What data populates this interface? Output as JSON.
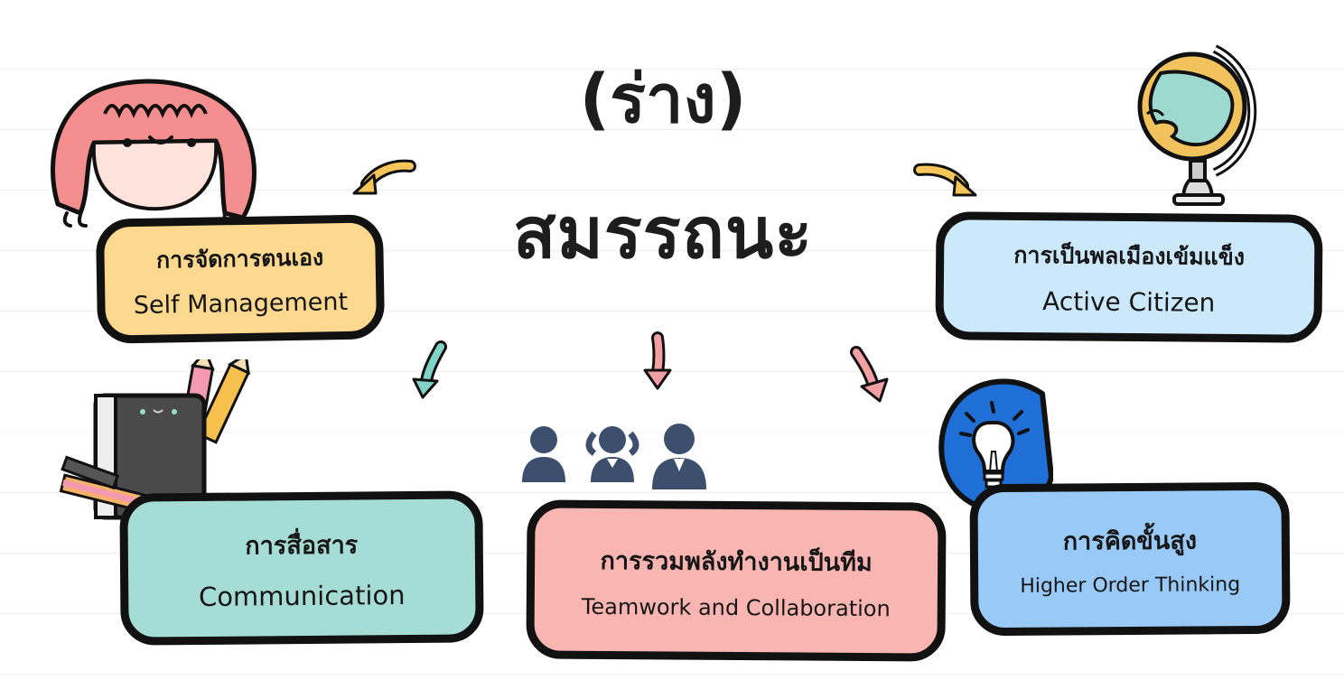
{
  "header": {
    "draft_label": "(ร่าง)",
    "main_title": "สมรรถนะ"
  },
  "competencies": [
    {
      "th": "การจัดการตนเอง",
      "en": "Self Management",
      "color": "#fdd88f"
    },
    {
      "th": "การเป็นพลเมืองเข้มแข็ง",
      "en": "Active Citizen",
      "color": "#cce9fc"
    },
    {
      "th": "การสื่อสาร",
      "en": "Communication",
      "color": "#a5ddd6"
    },
    {
      "th": "การรวมพลังทำงานเป็นทีม",
      "en": "Teamwork and Collaboration",
      "color": "#f8b5b2"
    },
    {
      "th": "การคิดขั้นสูง",
      "en": "Higher Order Thinking",
      "color": "#99c9f7"
    }
  ],
  "icons": [
    "girl-face-icon",
    "globe-icon",
    "notebook-pencils-icon",
    "people-icon",
    "lightbulb-icon"
  ],
  "arrow_colors": {
    "yellow": "#f6c65b",
    "teal": "#7fd3c9",
    "pink": "#f3a0a4"
  }
}
